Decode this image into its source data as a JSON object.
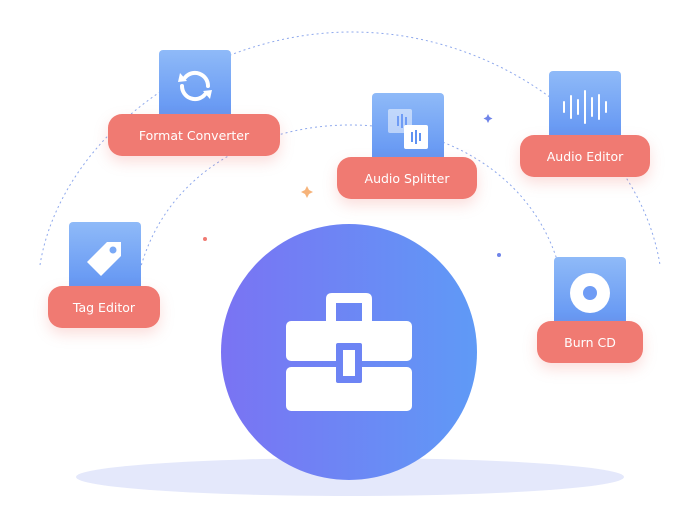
{
  "tools": {
    "format_converter": {
      "label": "Format Converter",
      "icon": "refresh-icon"
    },
    "audio_splitter": {
      "label": "Audio Splitter",
      "icon": "split-audio-icon"
    },
    "audio_editor": {
      "label": "Audio Editor",
      "icon": "waveform-icon"
    },
    "tag_editor": {
      "label": "Tag Editor",
      "icon": "tag-icon"
    },
    "burn_cd": {
      "label": "Burn CD",
      "icon": "disc-icon"
    }
  },
  "hub": {
    "icon": "toolbox-icon"
  },
  "colors": {
    "pill": "#f07a72",
    "tile_top": "#8fbaf8",
    "tile_bottom": "#5f92f2",
    "hub_left": "#7a73f3",
    "hub_right": "#5f9af6",
    "arc": "#8ea8ec"
  }
}
